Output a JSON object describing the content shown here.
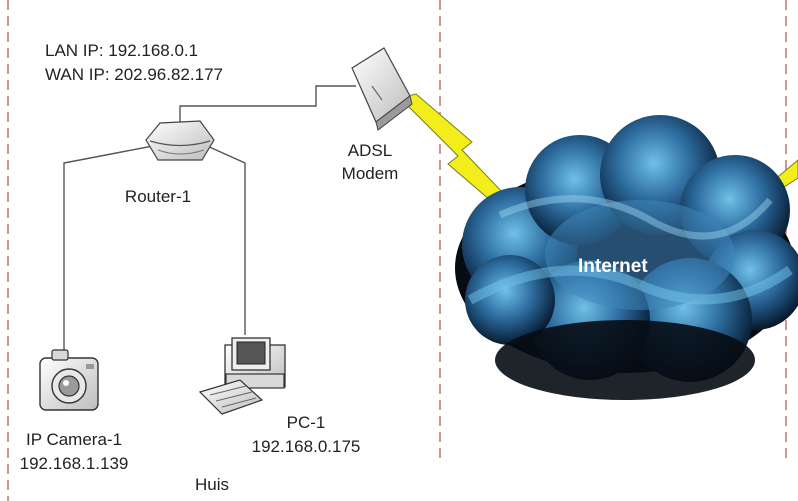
{
  "router": {
    "lan_ip": "LAN IP: 192.168.0.1",
    "wan_ip": "WAN IP: 202.96.82.177",
    "name": "Router-1"
  },
  "modem": {
    "line1": "ADSL",
    "line2": "Modem"
  },
  "internet": {
    "label": "Internet"
  },
  "camera": {
    "name": "IP Camera-1",
    "ip": "192.168.1.139"
  },
  "pc": {
    "name": "PC-1",
    "ip": "192.168.0.175"
  },
  "zone": {
    "label": "Huis"
  },
  "colors": {
    "divider": "#c9706a",
    "link": "#555555",
    "lightning": "#f2ee1c",
    "cloud_dark": "#0a1320",
    "cloud_mid": "#2e6e9f",
    "cloud_light": "#5fb0dc"
  }
}
